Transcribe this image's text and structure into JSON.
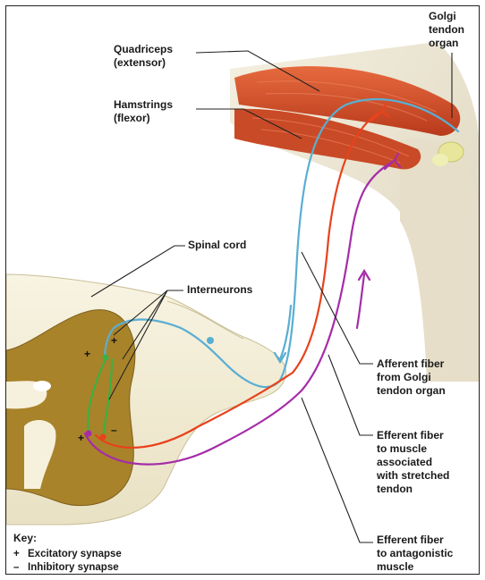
{
  "labels": {
    "quadriceps": "Quadriceps\n(extensor)",
    "hamstrings": "Hamstrings\n(flexor)",
    "golgi": "Golgi\ntendon\norgan",
    "spinal_cord": "Spinal cord",
    "interneurons": "Interneurons",
    "afferent": "Afferent fiber\nfrom Golgi\ntendon organ",
    "efferent_stretched": "Efferent fiber\nto muscle\nassociated\nwith stretched\ntendon",
    "efferent_antagonistic": "Efferent fiber\nto antagonistic\nmuscle"
  },
  "key": {
    "title": "Key:",
    "items": [
      {
        "symbol": "+",
        "label": "Excitatory synapse"
      },
      {
        "symbol": "–",
        "label": "Inhibitory synapse"
      }
    ]
  },
  "synapse_marks": {
    "plus": "+",
    "minus": "–"
  },
  "colors": {
    "afferent": "#5aaed2",
    "efferent_stretched": "#e8421c",
    "efferent_antagonistic": "#a52ca8",
    "interneuron": "#3cb043",
    "gray_matter": "#a8832a",
    "white_matter": "#f6f1dc",
    "muscle": "#d8552e",
    "bone": "#efe9d6"
  },
  "icons": [
    "leg-muscle-illustration",
    "spinal-cord-cross-section-illustration"
  ]
}
